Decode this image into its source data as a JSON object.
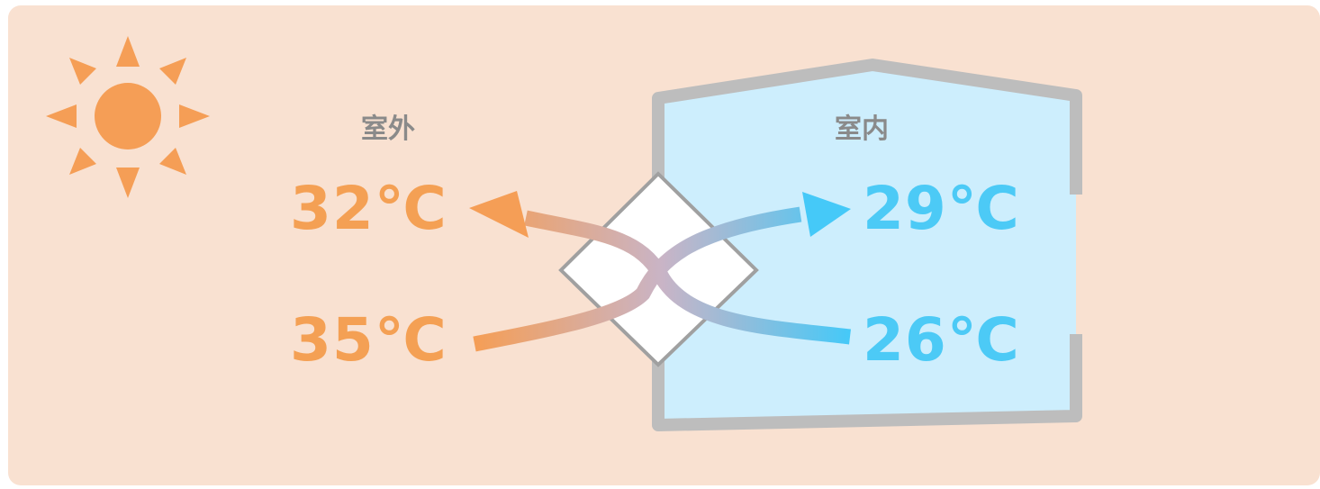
{
  "labels": {
    "outdoor": "室外",
    "indoor": "室内"
  },
  "temperatures": {
    "outdoor_exhaust": "32℃",
    "outdoor_intake": "35℃",
    "indoor_supply": "29℃",
    "indoor_return": "26℃"
  },
  "colors": {
    "background": "#f9e1d1",
    "warm": "#f59e56",
    "cool": "#45c9f8",
    "house_wall": "#bdbdbd",
    "house_interior": "#cdeefd"
  },
  "icons": {
    "sun": "sun-icon",
    "exchanger": "heat-exchanger-icon"
  }
}
